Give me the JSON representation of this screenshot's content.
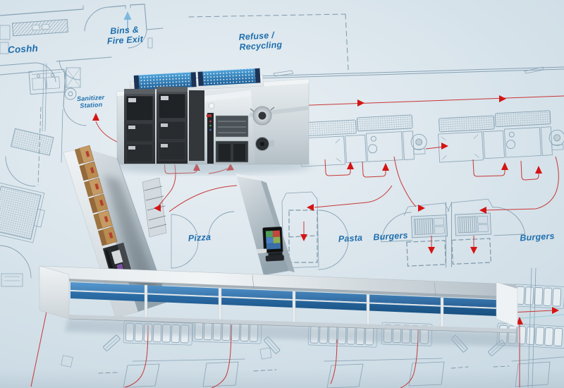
{
  "labels": {
    "coshh": "Coshh",
    "bins_fire_exit": [
      "Bins &",
      "Fire Exit"
    ],
    "refuse_recycling": [
      "Refuse /",
      "Recycling"
    ],
    "sanitizer_station": [
      "Sanitizer",
      "Station"
    ],
    "pizza": "Pizza",
    "pasta": "Pasta",
    "burgers_left": "Burgers",
    "burgers_right": "Burgers"
  },
  "colors": {
    "floor": "#d9e4ec",
    "blueprint_line": "#87a2b4",
    "label_text": "#1f6fae",
    "flow_line": "#c62828",
    "flow_arrow": "#d41414",
    "guide_arrow": "#74b2da",
    "gantry_blue": "#2f7fc1",
    "counter_panel_blue": "#2f6ba5",
    "stainless_steel": "#d9e0e4",
    "cabinet_dark": "#2b2e31",
    "pizza_box_brown": "#bd9059"
  }
}
